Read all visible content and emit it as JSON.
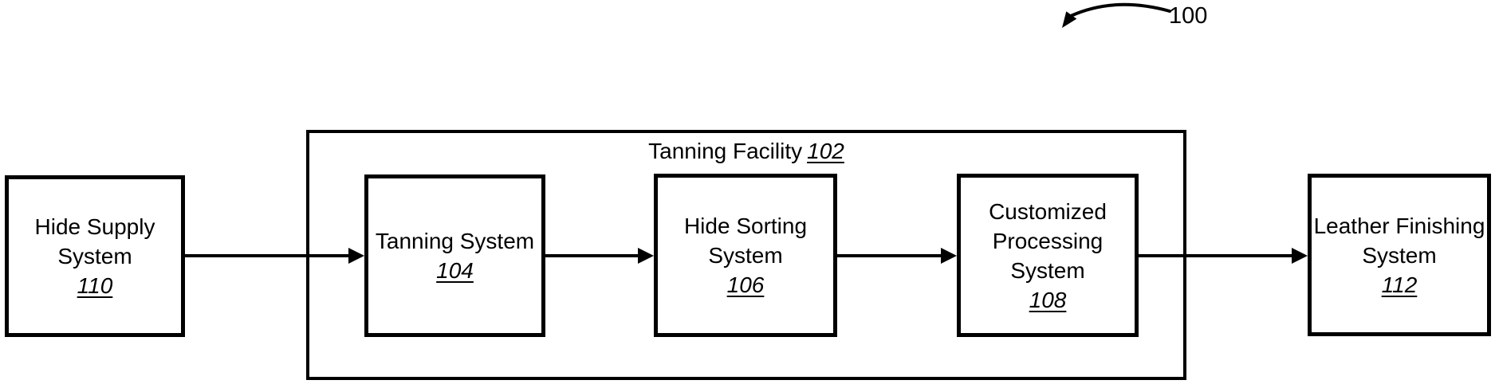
{
  "figure": {
    "ref": "100"
  },
  "facility": {
    "label": "Tanning Facility",
    "ref": "102"
  },
  "boxes": [
    {
      "name": "hide-supply-system",
      "label": "Hide Supply\nSystem",
      "ref": "110"
    },
    {
      "name": "tanning-system",
      "label": "Tanning System",
      "ref": "104"
    },
    {
      "name": "hide-sorting-system",
      "label": "Hide Sorting\nSystem",
      "ref": "106"
    },
    {
      "name": "customized-processing-system",
      "label": "Customized\nProcessing\nSystem",
      "ref": "108"
    },
    {
      "name": "leather-finishing-system",
      "label": "Leather Finishing\nSystem",
      "ref": "112"
    }
  ],
  "connections": [
    {
      "from": "hide-supply-system",
      "to": "tanning-system"
    },
    {
      "from": "tanning-system",
      "to": "hide-sorting-system"
    },
    {
      "from": "hide-sorting-system",
      "to": "customized-processing-system"
    },
    {
      "from": "customized-processing-system",
      "to": "leather-finishing-system"
    }
  ],
  "colors": {
    "line": "#000000",
    "background": "#ffffff"
  }
}
